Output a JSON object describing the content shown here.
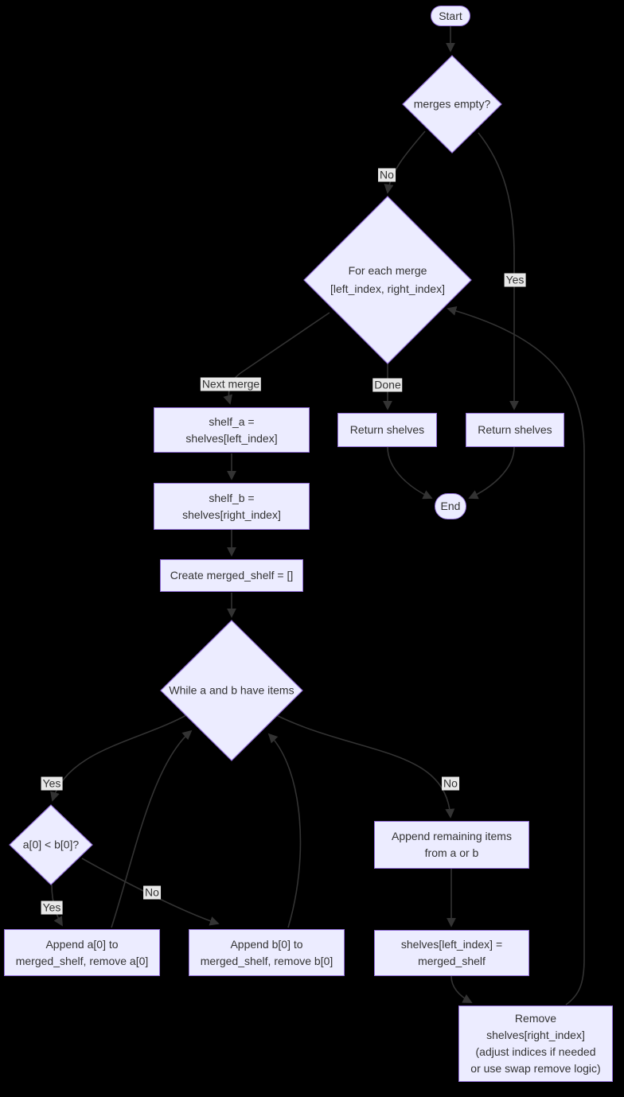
{
  "diagram": {
    "title": "merge shelves flowchart",
    "colors": {
      "background": "#000000",
      "node_fill": "#ECECFF",
      "node_border": "#9370DB",
      "edge": "#333333",
      "edge_label_bg": "#e8e8e8",
      "text": "#333333"
    }
  },
  "nodes": {
    "start": "Start",
    "merges_empty": "merges empty?",
    "for_each_merge": "For each merge\n[left_index, right_index]",
    "shelf_a": "shelf_a =\nshelves[left_index]",
    "return_shelves_done": "Return shelves",
    "return_shelves_yes": "Return shelves",
    "end": "End",
    "shelf_b": "shelf_b =\nshelves[right_index]",
    "create_merged_shelf": "Create merged_shelf = []",
    "while_items": "While a and b have items",
    "a_less_b": "a[0] < b[0]?",
    "append_remaining": "Append remaining items\nfrom a or b",
    "append_a": "Append a[0] to\nmerged_shelf, remove a[0]",
    "append_b": "Append b[0] to\nmerged_shelf, remove b[0]",
    "assign_merged": "shelves[left_index] =\nmerged_shelf",
    "remove_right": "Remove\nshelves[right_index]\n(adjust indices if needed\nor use swap remove logic)"
  },
  "edge_labels": {
    "merges_no": "No",
    "merges_yes": "Yes",
    "next_merge": "Next merge",
    "done": "Done",
    "while_yes": "Yes",
    "while_no": "No",
    "a_less_yes": "Yes",
    "a_less_no": "No"
  }
}
